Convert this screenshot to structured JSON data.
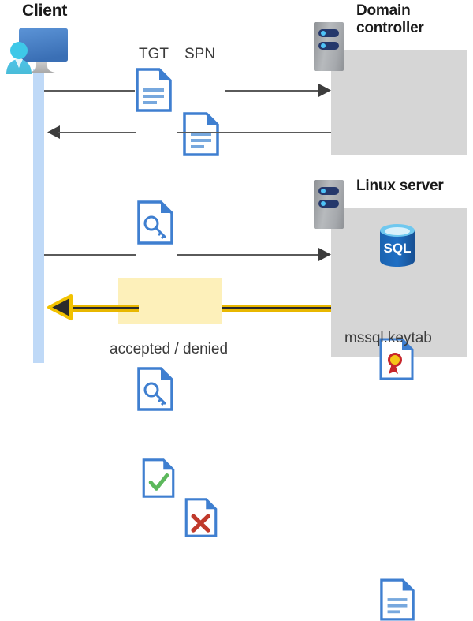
{
  "diagram": {
    "title_client": "Client",
    "title_domain_controller": "Domain\ncontroller",
    "title_domain_controller_line1": "Domain",
    "title_domain_controller_line2": "controller",
    "title_linux_server": "Linux server",
    "caption_accepted_denied": "accepted / denied",
    "keytab_file_label": "mssql.keytab",
    "labels": {
      "tgt": "TGT",
      "spn": "SPN"
    },
    "icons": {
      "client": "user-workstation-icon",
      "server_rack_dc": "server-rack-icon",
      "server_rack_linux": "server-rack-icon",
      "tgt_document": "document-icon",
      "spn_document": "document-icon",
      "ticket_key_document": "document-key-icon",
      "service_ticket_key_document": "document-key-icon",
      "certificate": "certificate-document-icon",
      "sql_database": "sql-database-icon",
      "keytab_document": "document-icon",
      "accepted_document": "document-check-icon",
      "denied_document": "document-x-icon"
    },
    "flows": [
      {
        "id": "flow-1",
        "direction": "right",
        "from": "client",
        "to": "domain-controller",
        "carries": [
          "TGT",
          "SPN"
        ],
        "style": "gray"
      },
      {
        "id": "flow-2",
        "direction": "left",
        "from": "domain-controller",
        "to": "client",
        "carries": [
          "service-ticket"
        ],
        "style": "gray"
      },
      {
        "id": "flow-3",
        "direction": "right",
        "from": "client",
        "to": "linux-server",
        "carries": [
          "service-ticket"
        ],
        "style": "gray"
      },
      {
        "id": "flow-4",
        "direction": "left",
        "from": "linux-server",
        "to": "client",
        "carries": [
          "accepted",
          "denied"
        ],
        "style": "yellow-highlight"
      }
    ],
    "colors": {
      "lifeline": "#bfd9f7",
      "panel": "#d6d6d6",
      "highlight": "#fdf0ba",
      "doc_blue": "#3f7fd0",
      "accent_yellow": "#f2c200",
      "line_gray": "#5a5a5a",
      "check_green": "#5cb85c",
      "x_red": "#c0392b",
      "sql_blue": "#1b6ec2",
      "cert_red": "#c7252a",
      "cert_gold": "#f5c518",
      "rack_navy": "#25386b",
      "rack_led": "#4fc3f7",
      "text": "#3b3b3b"
    }
  }
}
